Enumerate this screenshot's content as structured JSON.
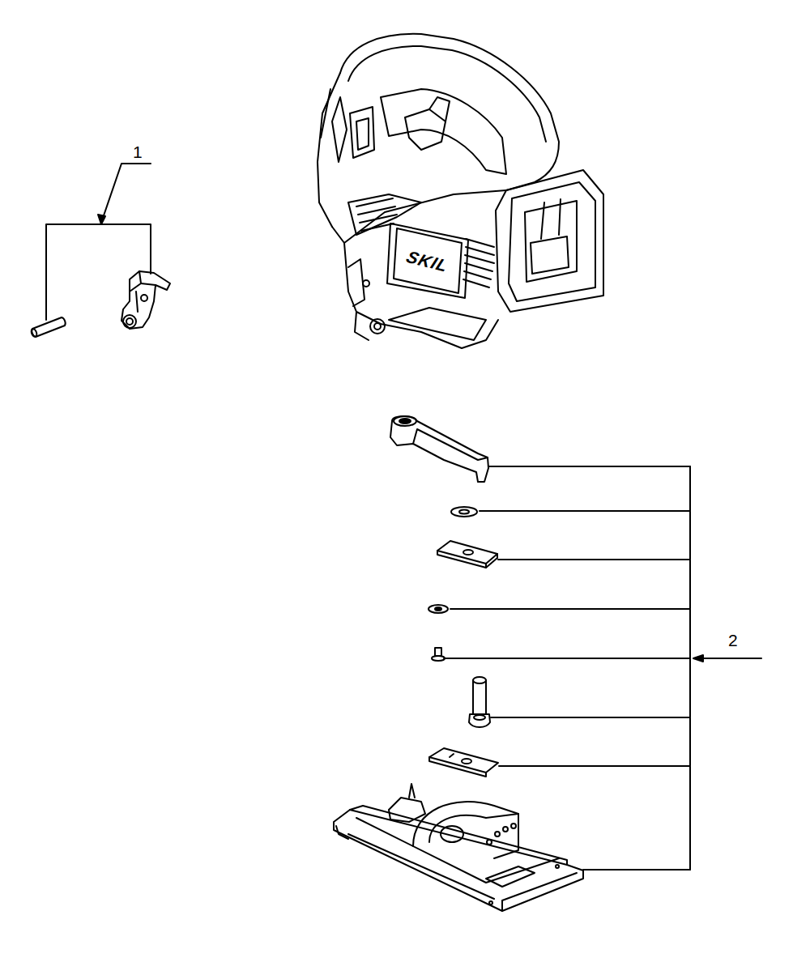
{
  "diagram": {
    "labels": [
      "SKIL",
      "1",
      "2"
    ]
  }
}
